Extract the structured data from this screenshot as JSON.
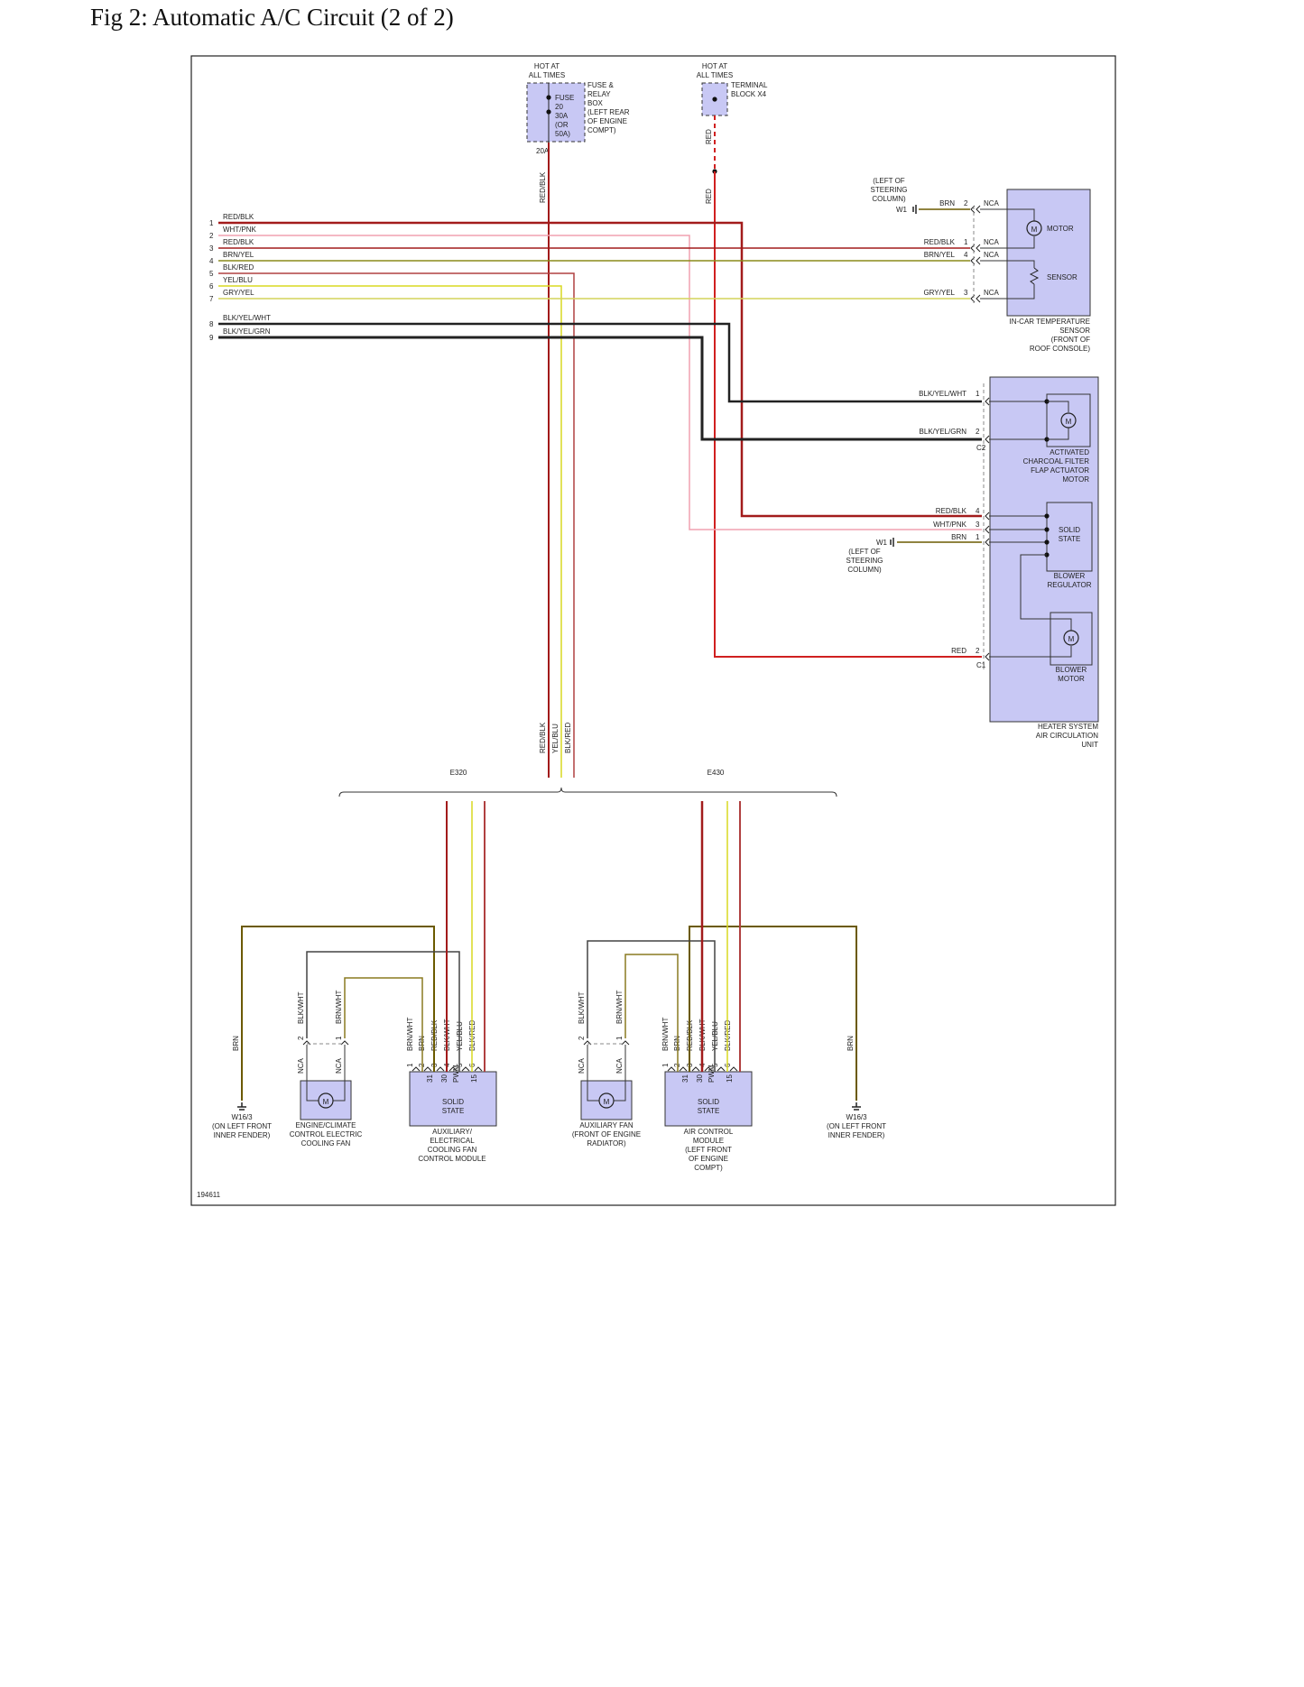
{
  "figure_title": "Fig 2: Automatic A/C Circuit (2 of 2)",
  "figure_id": "194611",
  "colors": {
    "RED/BLK": "#a21b1b",
    "WHT/PNK": "#f0a0b0",
    "BRN/YEL": "#8a8a1a",
    "BLK/RED": "#b04040",
    "YEL/BLU": "#d8d820",
    "GRY/YEL": "#d4d45a",
    "BLK/YEL/WHT": "#222222",
    "BLK/YEL/GRN": "#222222",
    "RED": "#d02020",
    "BRN": "#6b5a00",
    "BLK/WHT": "#444444",
    "BRN/WHT": "#8a7a20",
    "component_fill": "#c8c8f4",
    "component_stroke": "#5050a0"
  },
  "power": {
    "fuse_hot": [
      "HOT AT",
      "ALL TIMES"
    ],
    "fuse_text": [
      "FUSE",
      "20",
      "30A",
      "(OR",
      "50A)"
    ],
    "fuse_box": [
      "FUSE &",
      "RELAY",
      "BOX",
      "(LEFT REAR",
      "OF ENGINE",
      "COMPT)"
    ],
    "fuse_rating": "20A",
    "fuse_wire": "RED/BLK",
    "tb_hot": [
      "HOT AT",
      "ALL TIMES"
    ],
    "tb_label": [
      "TERMINAL",
      "BLOCK X4"
    ],
    "tb_wire_top": "RED",
    "tb_wire_low": "RED"
  },
  "harness_rows": [
    {
      "num": "1",
      "label": "RED/BLK"
    },
    {
      "num": "2",
      "label": "WHT/PNK"
    },
    {
      "num": "3",
      "label": "RED/BLK"
    },
    {
      "num": "4",
      "label": "BRN/YEL"
    },
    {
      "num": "5",
      "label": "BLK/RED"
    },
    {
      "num": "6",
      "label": "YEL/BLU"
    },
    {
      "num": "7",
      "label": "GRY/YEL"
    },
    {
      "num": "8",
      "label": "BLK/YEL/WHT"
    },
    {
      "num": "9",
      "label": "BLK/YEL/GRN"
    }
  ],
  "incar_sensor": {
    "ground_note": [
      "(LEFT OF",
      "STEERING",
      "COLUMN)"
    ],
    "ground": "W1",
    "pins": [
      {
        "wire": "BRN",
        "pin": "2",
        "state": "NCA"
      },
      {
        "wire": "RED/BLK",
        "pin": "1",
        "state": "NCA"
      },
      {
        "wire": "BRN/YEL",
        "pin": "4",
        "state": "NCA"
      },
      {
        "wire": "GRY/YEL",
        "pin": "3",
        "state": "NCA"
      }
    ],
    "motor": "MOTOR",
    "motor_symbol": "M",
    "sensor": "SENSOR",
    "caption": [
      "IN-CAR TEMPERATURE",
      "SENSOR",
      "(FRONT OF",
      "ROOF CONSOLE)"
    ]
  },
  "heater_unit": {
    "flap_pins": [
      {
        "wire": "BLK/YEL/WHT",
        "pin": "1"
      },
      {
        "wire": "BLK/YEL/GRN",
        "pin": "2"
      }
    ],
    "connector_c2": "C2",
    "flap_caption": [
      "ACTIVATED",
      "CHARCOAL FILTER",
      "FLAP ACTUATOR",
      "MOTOR"
    ],
    "reg_pins": [
      {
        "wire": "RED/BLK",
        "pin": "4"
      },
      {
        "wire": "WHT/PNK",
        "pin": "3"
      },
      {
        "wire": "BRN",
        "pin": "1"
      }
    ],
    "reg_ground": "W1",
    "reg_ground_note": [
      "(LEFT OF",
      "STEERING",
      "COLUMN)"
    ],
    "reg_box": [
      "SOLID",
      "STATE"
    ],
    "reg_caption": [
      "BLOWER",
      "REGULATOR"
    ],
    "motor_pin": {
      "wire": "RED",
      "pin": "2"
    },
    "connector_c1": "C1",
    "motor_caption": [
      "BLOWER",
      "MOTOR"
    ],
    "motor_symbol": "M",
    "unit_caption": [
      "HEATER SYSTEM",
      "AIR CIRCULATION",
      "UNIT"
    ]
  },
  "trunk_labels": [
    "RED/BLK",
    "YEL/BLU",
    "BLK/RED"
  ],
  "variants": [
    "E320",
    "E430"
  ],
  "left_ground": {
    "wire": "BRN",
    "id": "W16/3",
    "note": [
      "(ON LEFT FRONT",
      "INNER FENDER)"
    ]
  },
  "right_ground": {
    "wire": "BRN",
    "id": "W16/3",
    "note": [
      "(ON LEFT FRONT",
      "INNER FENDER)"
    ]
  },
  "fan1": {
    "wires": [
      "BLK/WHT",
      "BRN/WHT"
    ],
    "pins": [
      "2",
      "1"
    ],
    "states": [
      "NCA",
      "NCA"
    ],
    "motor_symbol": "M",
    "caption": [
      "ENGINE/CLIMATE",
      "CONTROL ELECTRIC",
      "COOLING FAN"
    ]
  },
  "module1": {
    "wires": [
      "BRN/WHT",
      "BRN",
      "RED/BLK",
      "BLK/WHT",
      "YEL/BLU",
      "BLK/RED"
    ],
    "pins": [
      "1",
      "2",
      "3",
      "4",
      "5",
      "6"
    ],
    "terminals": [
      "31",
      "30",
      "PWM",
      "15"
    ],
    "box": [
      "SOLID",
      "STATE"
    ],
    "caption": [
      "AUXILIARY/",
      "ELECTRICAL",
      "COOLING FAN",
      "CONTROL MODULE"
    ]
  },
  "fan2": {
    "wires": [
      "BLK/WHT",
      "BRN/WHT"
    ],
    "pins": [
      "2",
      "1"
    ],
    "states": [
      "NCA",
      "NCA"
    ],
    "motor_symbol": "M",
    "caption": [
      "AUXILIARY FAN",
      "(FRONT OF ENGINE",
      "RADIATOR)"
    ]
  },
  "module2": {
    "wires": [
      "BRN/WHT",
      "BRN",
      "RED/BLK",
      "BLK/WHT",
      "YEL/BLU",
      "BLK/RED"
    ],
    "pins": [
      "1",
      "2",
      "3",
      "4",
      "5",
      "6"
    ],
    "terminals": [
      "31",
      "30",
      "PWM",
      "15"
    ],
    "box": [
      "SOLID",
      "STATE"
    ],
    "caption": [
      "AIR CONTROL",
      "MODULE",
      "(LEFT FRONT",
      "OF ENGINE",
      "COMPT)"
    ]
  }
}
